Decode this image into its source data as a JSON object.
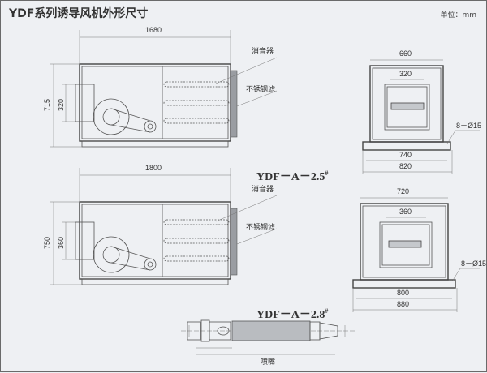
{
  "title": "YDF系列诱导风机外形尺寸",
  "unit": "单位：mm",
  "models": [
    {
      "name": "YDF－A－2.5",
      "mark": "#",
      "length": "1680",
      "height": "715",
      "inlet": "320",
      "front_width": "660",
      "front_inlet": "320",
      "base_inner": "740",
      "base_outer": "820",
      "holes": "8－Ø15",
      "silencer": "消音器",
      "filter": "不锈钢滤"
    },
    {
      "name": "YDF－A－2.8",
      "mark": "#",
      "length": "1800",
      "height": "750",
      "inlet": "360",
      "front_width": "720",
      "front_inlet": "360",
      "base_inner": "800",
      "base_outer": "880",
      "holes": "8－Ø15",
      "silencer": "消音器",
      "filter": "不锈钢滤"
    }
  ],
  "nozzle": {
    "label": "喷嘴"
  }
}
